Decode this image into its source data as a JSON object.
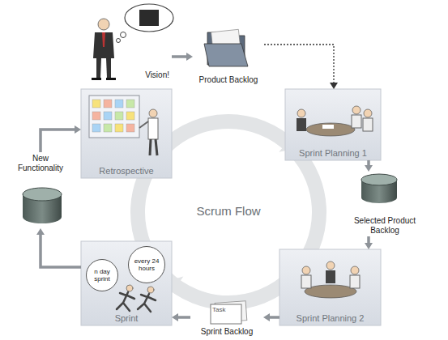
{
  "diagram": {
    "nodes": [
      {
        "text": [
          "Vision!"
        ]
      },
      {
        "text": [
          "Product Backlog"
        ]
      },
      {
        "text": [
          "Retrospective"
        ]
      },
      {
        "text": [
          "Sprint Planning 1"
        ]
      },
      {
        "text": [
          "New Functionality"
        ]
      },
      {
        "text": [
          "Selected Product Backlog"
        ]
      },
      {
        "text": [
          "Sprint"
        ]
      },
      {
        "text": [
          "n day sprint"
        ],
        "in": 6
      },
      {
        "text": [
          "every 24 hours"
        ],
        "in": 6
      },
      {
        "text": [
          "Sprint Planning 2"
        ]
      },
      {
        "text": [
          "Sprint Backlog"
        ]
      }
    ],
    "edges": [
      {
        "from": 0,
        "to": 1,
        "arrow": "to"
      },
      {
        "from": 1,
        "to": 3,
        "arrow": "to"
      },
      {
        "from": 3,
        "to": 5,
        "arrow": "to"
      },
      {
        "from": 5,
        "to": 9,
        "arrow": "to"
      },
      {
        "from": 9,
        "to": 10,
        "arrow": "to"
      },
      {
        "from": 10,
        "to": 6,
        "arrow": "to"
      },
      {
        "from": 6,
        "to": 4,
        "arrow": "to"
      },
      {
        "from": 4,
        "to": 2,
        "arrow": "to"
      }
    ],
    "labels": [
      "Scrum Flow",
      "Task"
    ]
  }
}
